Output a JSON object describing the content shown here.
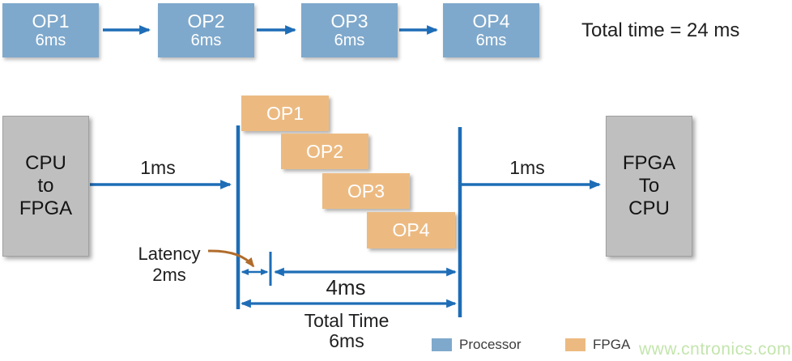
{
  "colors": {
    "processor_blue": "#7fa9cc",
    "fpga_orange": "#ecba81",
    "arrow_blue": "#1e6db6",
    "box_gray": "#bfbfbf",
    "latency_brown": "#b06c2b",
    "watermark_green": "#c3e5ad",
    "text_dark": "#222222"
  },
  "top_pipeline": {
    "ops": [
      {
        "label": "OP1",
        "time": "6ms"
      },
      {
        "label": "OP2",
        "time": "6ms"
      },
      {
        "label": "OP3",
        "time": "6ms"
      },
      {
        "label": "OP4",
        "time": "6ms"
      }
    ],
    "total_time_text": "Total time = 24 ms"
  },
  "fpga_pipeline": {
    "input_box": {
      "line1": "CPU",
      "line2": "to",
      "line3": "FPGA"
    },
    "output_box": {
      "line1": "FPGA",
      "line2": "To",
      "line3": "CPU"
    },
    "input_transfer_label": "1ms",
    "output_transfer_label": "1ms",
    "ops": [
      {
        "label": "OP1"
      },
      {
        "label": "OP2"
      },
      {
        "label": "OP3"
      },
      {
        "label": "OP4"
      }
    ],
    "latency": {
      "label": "Latency",
      "value": "2ms"
    },
    "pipeline_window_label": "4ms",
    "total": {
      "label": "Total Time",
      "value": "6ms"
    }
  },
  "legend": {
    "processor_label": "Processor",
    "fpga_label": "FPGA"
  },
  "watermark_text": "www.cntronics.com"
}
